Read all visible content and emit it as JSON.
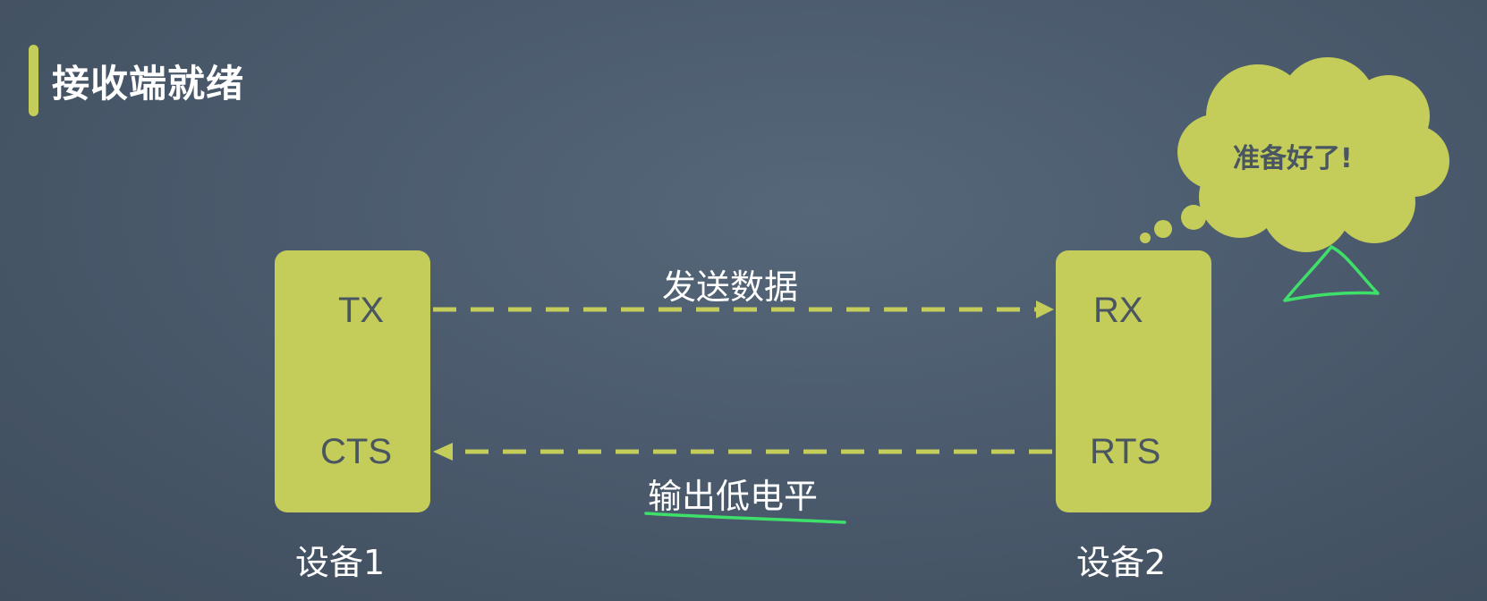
{
  "title": "接收端就绪",
  "devices": {
    "device1": {
      "name": "设备1",
      "pin_top": "TX",
      "pin_bottom": "CTS"
    },
    "device2": {
      "name": "设备2",
      "pin_top": "RX",
      "pin_bottom": "RTS"
    }
  },
  "signals": {
    "top": "发送数据",
    "bottom": "输出低电平"
  },
  "bubble": "准备好了!",
  "colors": {
    "background": "#4b5b6d",
    "box": "#c4cc5a",
    "arrow": "#c4cc5a",
    "text_light": "#ffffff",
    "text_dark": "#4a5562",
    "handwriting": "#3ee06a"
  }
}
